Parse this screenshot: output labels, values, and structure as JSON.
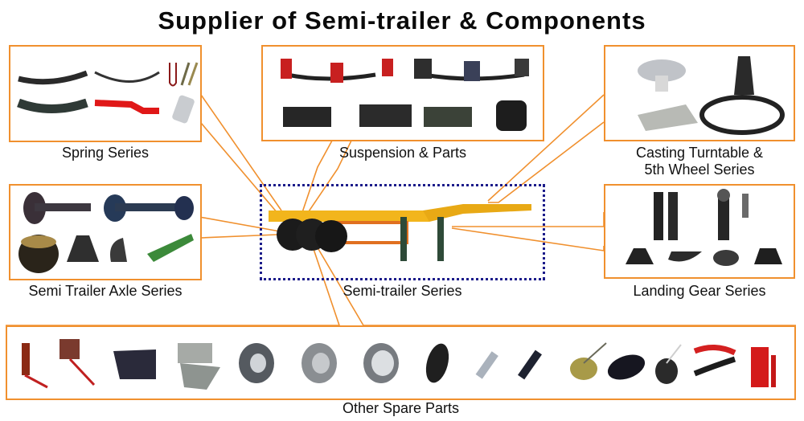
{
  "title": "Supplier of Semi-trailer & Components",
  "colors": {
    "panel_border": "#f0902e",
    "connector": "#f0902e",
    "trailer_box": "#1c1c8a",
    "trailer": "#f2b51c"
  },
  "categories": {
    "spring": {
      "label": "Spring Series",
      "items": [
        "leaf-spring",
        "parabolic-spring",
        "u-bolt",
        "spring-pin",
        "multi-leaf-spring",
        "equalizer-beam",
        "spring-bushing"
      ]
    },
    "suspension": {
      "label": "Suspension & Parts",
      "items": [
        "mechanical-suspension-red",
        "mechanical-suspension-black",
        "bogie-suspension",
        "bogie-suspension-2",
        "air-suspension",
        "air-spring"
      ]
    },
    "turntable": {
      "label_line1": "Casting Turntable &",
      "label_line2": "5th Wheel Series",
      "items": [
        "king-pin",
        "casting-part",
        "fifth-wheel",
        "turntable-ring"
      ]
    },
    "axle": {
      "label": "Semi Trailer Axle Series",
      "items": [
        "german-axle",
        "american-axle",
        "brake-drum",
        "wheel-hub",
        "brake-shoe",
        "slack-adjuster"
      ]
    },
    "trailer": {
      "label": "Semi-trailer Series"
    },
    "landing": {
      "label": "Landing Gear Series",
      "items": [
        "landing-gear",
        "landing-gear-2",
        "mounting-plate",
        "sand-shoe",
        "roller-foot",
        "bracket"
      ]
    },
    "other": {
      "label": "Other Spare Parts",
      "items": [
        "twist-lock",
        "twist-lock-2",
        "container-lock",
        "container-lock-2",
        "steel-wheel",
        "steel-wheel-2",
        "alloy-wheel",
        "tire",
        "wheel-bolt",
        "wheel-bolt-2",
        "brake-chamber",
        "air-tank",
        "spring-brake-chamber",
        "air-coil",
        "hydraulic-jack"
      ]
    }
  }
}
